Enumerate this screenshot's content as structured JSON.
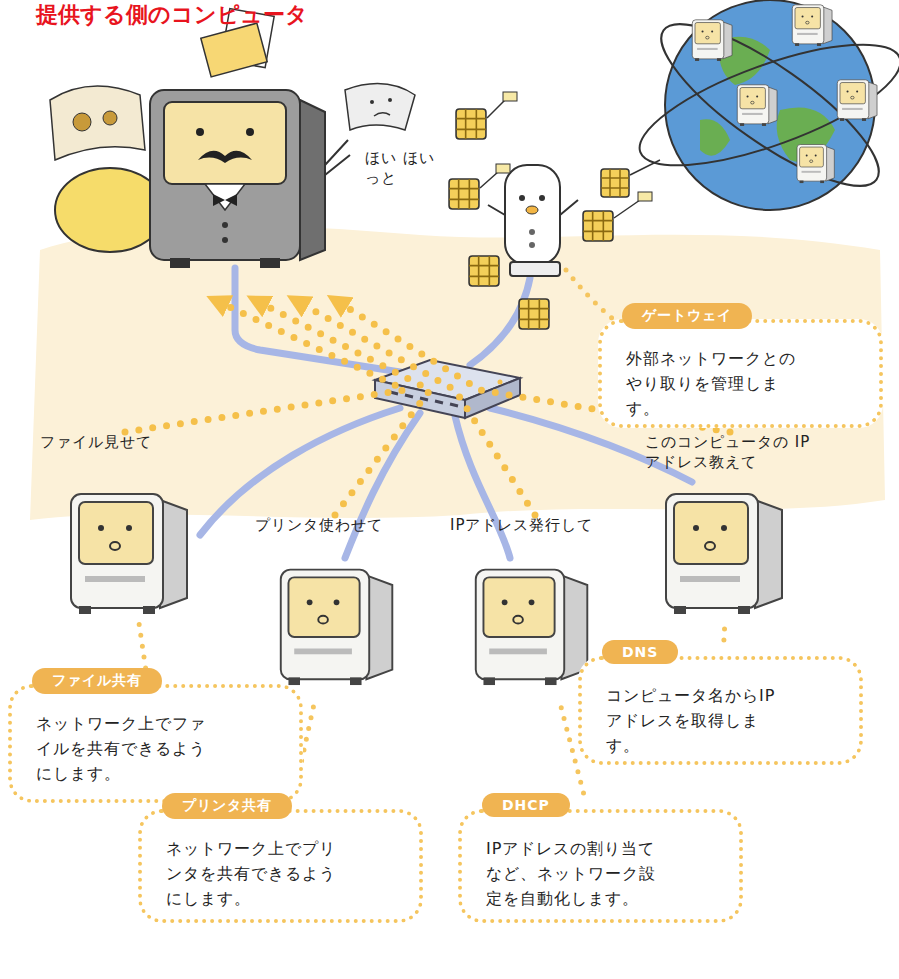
{
  "diagram": {
    "title": "提供する側のコンピュータ",
    "nodes": [
      {
        "text": [
          "ほい ほいっと"
        ]
      },
      {
        "text": [
          "ゲートウェイ",
          "外部ネットワークとのやり取りを管理します。"
        ]
      },
      {
        "text": [
          "ファイル見せて"
        ]
      },
      {
        "text": [
          "プリンタ使わせて"
        ]
      },
      {
        "text": [
          "IPアドレス発行して"
        ]
      },
      {
        "text": [
          "このコンピュータの IPアドレス教えて"
        ]
      },
      {
        "text": [
          "ファイル共有",
          "ネットワーク上でファイルを共有できるようにします。"
        ]
      },
      {
        "text": [
          "DNS",
          "コンピュータ名からIPアドレスを取得します。"
        ]
      },
      {
        "text": [
          "プリンタ共有",
          "ネットワーク上でプリンタを共有できるようにします。"
        ]
      },
      {
        "text": [
          "DHCP",
          "IPアドレスの割り当てなど、ネットワーク設定を自動化します。"
        ]
      }
    ],
    "edges": [
      {
        "from": 2,
        "to": 0,
        "arrow": "to"
      },
      {
        "from": 3,
        "to": 0,
        "arrow": "to"
      },
      {
        "from": 4,
        "to": 0,
        "arrow": "to"
      },
      {
        "from": 5,
        "to": 0,
        "arrow": "to"
      },
      {
        "from": 6,
        "to": 2,
        "arrow": "none"
      },
      {
        "from": 8,
        "to": 3,
        "arrow": "none"
      },
      {
        "from": 9,
        "to": 4,
        "arrow": "none"
      },
      {
        "from": 7,
        "to": 5,
        "arrow": "none"
      }
    ]
  }
}
